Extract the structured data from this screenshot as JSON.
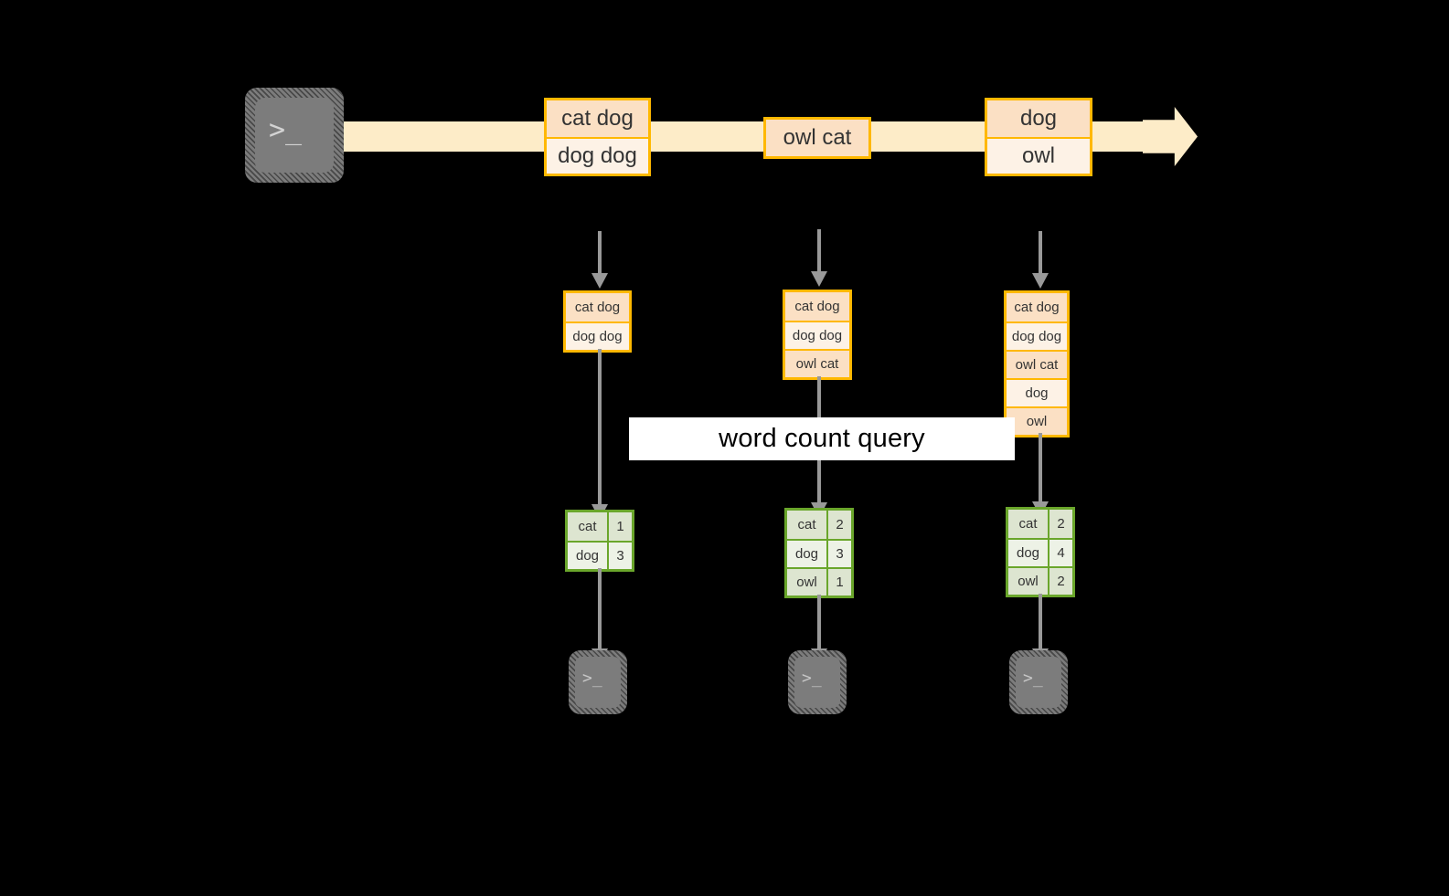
{
  "diagram": {
    "title_label": "word count query",
    "colors": {
      "background": "#000000",
      "stream_arrow": "#fdecc8",
      "orange_border": "#ffb800",
      "orange_fill_dark": "#fbe0c4",
      "orange_fill_light": "#fdf2e6",
      "green_border": "#6aa62b",
      "green_fill_dark": "#dde5d0",
      "green_fill_light": "#edf2e6",
      "arrow_gray": "#999999",
      "terminal_gray": "#7c7c7c",
      "label_background": "#ffffff",
      "text": "#333333"
    },
    "producer": {
      "icon": "terminal-icon",
      "prompt": ">_"
    },
    "stream": {
      "icon": "right-arrow-icon",
      "batches": [
        {
          "id": "batch-1",
          "lines": [
            "cat dog",
            "dog dog"
          ]
        },
        {
          "id": "batch-2",
          "lines": [
            "owl cat"
          ]
        },
        {
          "id": "batch-3",
          "lines": [
            "dog",
            "owl"
          ]
        }
      ]
    },
    "snapshots": [
      {
        "id": "snapshot-1",
        "input_lines": [
          "cat dog",
          "dog dog"
        ],
        "results": [
          {
            "word": "cat",
            "count": "1"
          },
          {
            "word": "dog",
            "count": "3"
          }
        ],
        "consumer": {
          "icon": "terminal-icon",
          "prompt": ">_"
        }
      },
      {
        "id": "snapshot-2",
        "input_lines": [
          "cat dog",
          "dog dog",
          "owl cat"
        ],
        "results": [
          {
            "word": "cat",
            "count": "2"
          },
          {
            "word": "dog",
            "count": "3"
          },
          {
            "word": "owl",
            "count": "1"
          }
        ],
        "consumer": {
          "icon": "terminal-icon",
          "prompt": ">_"
        }
      },
      {
        "id": "snapshot-3",
        "input_lines": [
          "cat dog",
          "dog dog",
          "owl cat",
          "dog",
          "owl"
        ],
        "results": [
          {
            "word": "cat",
            "count": "2"
          },
          {
            "word": "dog",
            "count": "4"
          },
          {
            "word": "owl",
            "count": "2"
          }
        ],
        "consumer": {
          "icon": "terminal-icon",
          "prompt": ">_"
        }
      }
    ]
  }
}
